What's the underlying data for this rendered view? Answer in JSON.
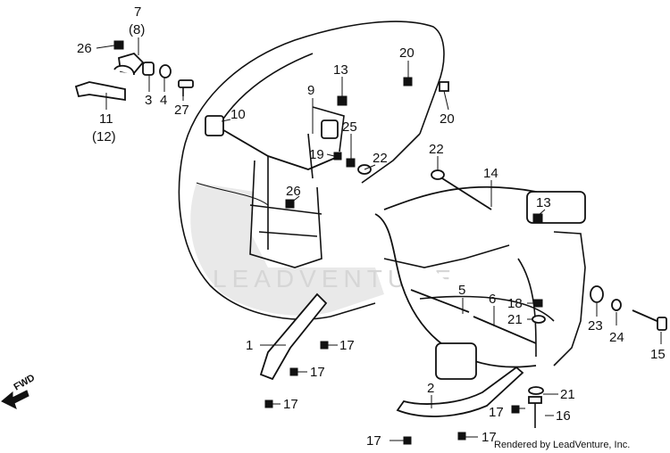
{
  "watermark": "LEADVENTURE",
  "credit": "Rendered by LeadVenture, Inc.",
  "direction_label": "FWD",
  "callouts": {
    "c1": "1",
    "c2": "2",
    "c3": "3",
    "c4": "4",
    "c5": "5",
    "c6": "6",
    "c7": "7",
    "c8": "(8)",
    "c9": "9",
    "c10": "10",
    "c11": "11",
    "c12": "(12)",
    "c13a": "13",
    "c13b": "13",
    "c14": "14",
    "c15": "15",
    "c16": "16",
    "c17a": "17",
    "c17b": "17",
    "c17c": "17",
    "c17d": "17",
    "c17e": "17",
    "c17f": "17",
    "c18": "18",
    "c19": "19",
    "c20a": "20",
    "c20b": "20",
    "c21a": "21",
    "c21b": "21",
    "c22a": "22",
    "c22b": "22",
    "c23": "23",
    "c24": "24",
    "c25": "25",
    "c26a": "26",
    "c26b": "26",
    "c27": "27"
  }
}
